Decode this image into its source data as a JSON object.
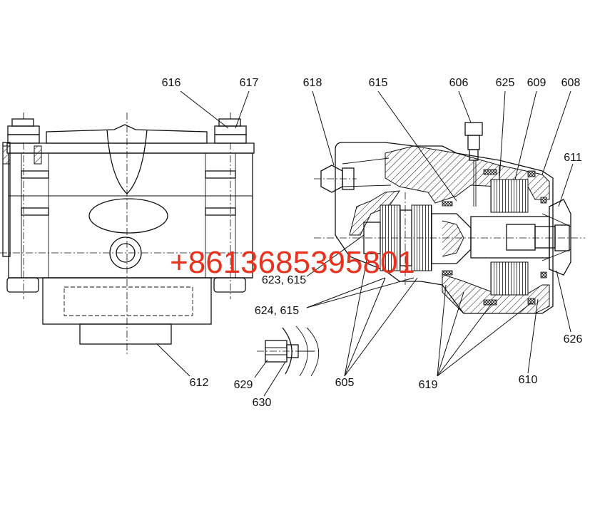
{
  "labels": {
    "l616": "616",
    "l617": "617",
    "l618": "618",
    "l615": "615",
    "l606": "606",
    "l625": "625",
    "l609": "609",
    "l608": "608",
    "l611": "611",
    "l623": "623, 615",
    "l624": "624, 615",
    "l626": "626",
    "l612": "612",
    "l629": "629",
    "l630": "630",
    "l605": "605",
    "l619": "619",
    "l610": "610"
  },
  "watermark": {
    "text": "+8613685395801",
    "color": "#e8321e"
  }
}
